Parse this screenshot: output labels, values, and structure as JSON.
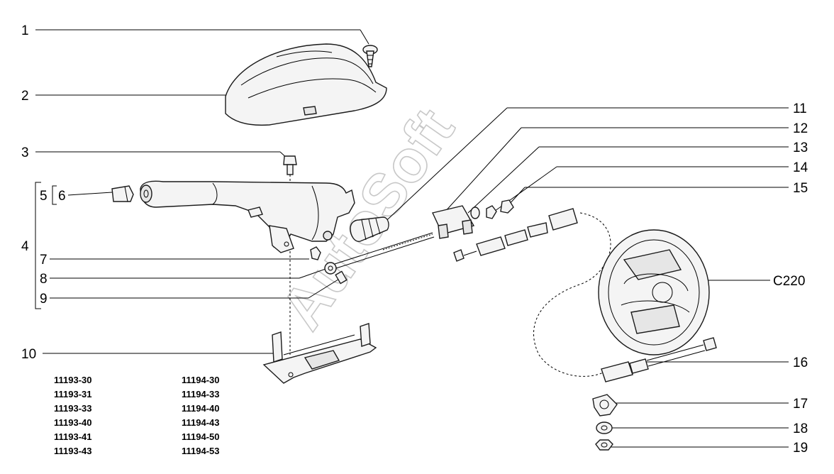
{
  "callouts": {
    "c1": "1",
    "c2": "2",
    "c3": "3",
    "c4": "4",
    "c5": "5",
    "c6": "6",
    "c7": "7",
    "c8": "8",
    "c9": "9",
    "c10": "10",
    "c11": "11",
    "c12": "12",
    "c13": "13",
    "c14": "14",
    "c15": "15",
    "c16": "16",
    "c17": "17",
    "c18": "18",
    "c19": "19",
    "c220": "C220"
  },
  "model_codes": {
    "col1": [
      "11193-30",
      "11193-31",
      "11193-33",
      "11193-40",
      "11193-41",
      "11193-43"
    ],
    "col2": [
      "11194-30",
      "11194-33",
      "11194-40",
      "11194-43",
      "11194-50",
      "11194-53"
    ]
  },
  "watermark": "AutoSoft"
}
